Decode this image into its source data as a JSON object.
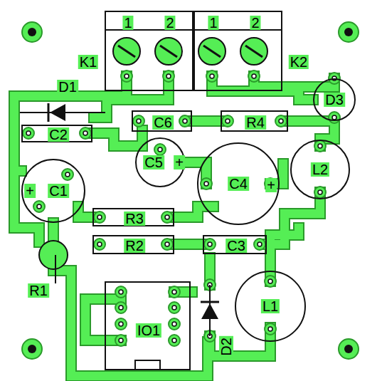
{
  "diagram": {
    "nodes": [
      {
        "text": [
          "1",
          "2",
          "K1"
        ]
      },
      {
        "text": [
          "1",
          "2",
          "K2"
        ]
      },
      {
        "text": [
          "D3"
        ]
      },
      {
        "text": [
          "C6"
        ]
      },
      {
        "text": [
          "R4"
        ]
      },
      {
        "text": [
          "C2"
        ]
      },
      {
        "text": [
          "C5",
          "+"
        ]
      },
      {
        "text": [
          "+",
          "C1"
        ]
      },
      {
        "text": [
          "C4",
          "+"
        ]
      },
      {
        "text": [
          "L2"
        ]
      },
      {
        "text": [
          "R3"
        ]
      },
      {
        "text": [
          "R2"
        ]
      },
      {
        "text": [
          "C3"
        ]
      },
      {
        "text": [
          "L1"
        ]
      },
      {
        "text": [
          "IO1"
        ]
      }
    ],
    "labels": [
      "D1",
      "R1",
      "D2"
    ]
  }
}
